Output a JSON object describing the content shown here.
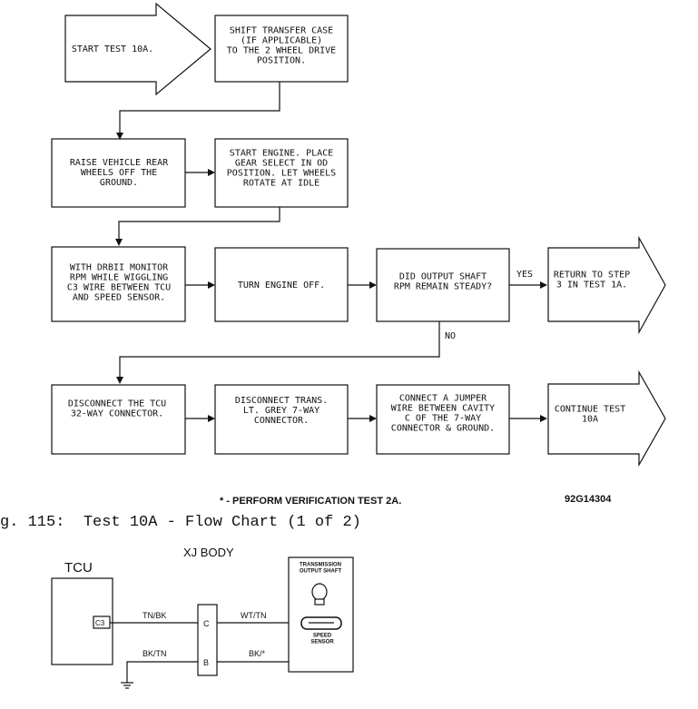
{
  "flowchart": {
    "start": [
      "START TEST 10A."
    ],
    "shift_transfer": [
      "SHIFT TRANSFER CASE",
      "(IF APPLICABLE)",
      "TO THE 2 WHEEL DRIVE",
      "POSITION."
    ],
    "raise_vehicle": [
      "RAISE VEHICLE REAR",
      "WHEELS OFF THE",
      "GROUND."
    ],
    "start_engine": [
      "START ENGINE. PLACE",
      "GEAR SELECT IN OD",
      "POSITION. LET WHEELS",
      "ROTATE AT IDLE"
    ],
    "monitor_rpm": [
      "WITH DRBII MONITOR",
      "RPM WHILE WIGGLING",
      "C3 WIRE BETWEEN TCU",
      "AND SPEED SENSOR."
    ],
    "turn_off": [
      "TURN ENGINE OFF."
    ],
    "did_rpm": [
      "DID OUTPUT SHAFT",
      "RPM REMAIN STEADY?"
    ],
    "yes_label": "YES",
    "no_label": "NO",
    "return_step": [
      "RETURN TO STEP",
      "3 IN TEST 1A."
    ],
    "disconnect_tcu": [
      "DISCONNECT THE TCU",
      "32-WAY CONNECTOR."
    ],
    "disconnect_trans": [
      "DISCONNECT TRANS.",
      "LT. GREY 7-WAY",
      "CONNECTOR."
    ],
    "connect_jumper": [
      "CONNECT A JUMPER",
      "WIRE BETWEEN CAVITY",
      "C OF THE 7-WAY",
      "CONNECTOR & GROUND."
    ],
    "continue_test": [
      "CONTINUE TEST",
      "10A"
    ]
  },
  "footnote": "* - PERFORM VERIFICATION TEST 2A.",
  "figure_id": "92G14304",
  "caption": "g. 115:  Test 10A - Flow Chart (1 of 2)",
  "wiring": {
    "body_label": "XJ BODY",
    "tcu_label": "TCU",
    "c3_label": "C3",
    "wire_tn_bk": "TN/BK",
    "wire_wt_tn": "WT/TN",
    "wire_bk_tn": "BK/TN",
    "wire_bk_x": "BK/*",
    "pin_c": "C",
    "pin_b": "B",
    "shaft_label": [
      "TRANSMISSION",
      "OUTPUT SHAFT"
    ],
    "sensor_label": [
      "SPEED",
      "SENSOR"
    ]
  }
}
